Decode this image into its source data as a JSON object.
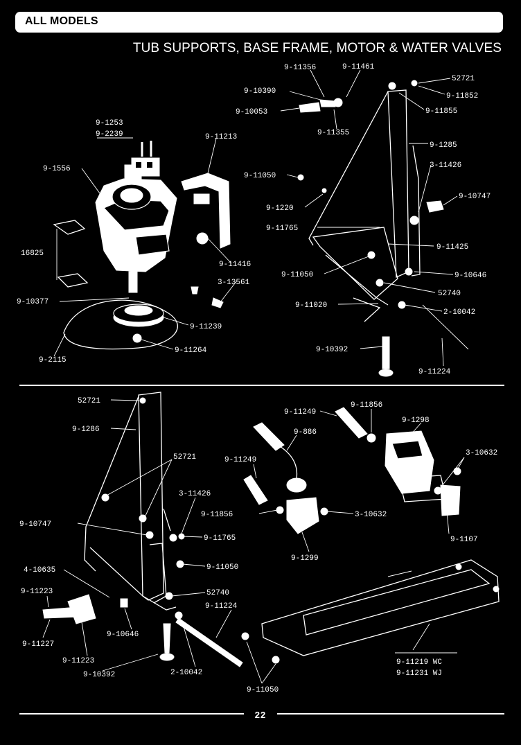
{
  "header": {
    "banner": "ALL MODELS",
    "title": "TUB SUPPORTS, BASE FRAME, MOTOR & WATER VALVES"
  },
  "upper_callouts": {
    "c01": "9-11356",
    "c02": "9-11461",
    "c03": "52721",
    "c04": "9-10390",
    "c05": "9-11852",
    "c06": "9-10053",
    "c07": "9-11855",
    "c08": "9-11355",
    "c09": "9-1253",
    "c10": "9-2239",
    "c11": "9-11213",
    "c12": "9-1285",
    "c13": "9-1556",
    "c14": "9-11050",
    "c15": "3-11426",
    "c16": "9-10747",
    "c17": "9-1220",
    "c18": "9-11765",
    "c19": "16825",
    "c20": "9-11425",
    "c21": "9-11416",
    "c22": "9-11050",
    "c23": "9-10646",
    "c24": "3-13561",
    "c25": "52740",
    "c26": "9-10377",
    "c27": "9-11020",
    "c28": "2-10042",
    "c29": "9-11239",
    "c30": "9-10392",
    "c31": "9-2115",
    "c32": "9-11264",
    "c33": "9-11224"
  },
  "lower_callouts": {
    "d01": "52721",
    "d02": "9-11249",
    "d03": "9-11856",
    "d04": "9-1286",
    "d05": "9-1298",
    "d06": "9-886",
    "d07": "52721",
    "d08": "3-10632",
    "d09": "9-11249",
    "d10": "3-11426",
    "d11": "9-11856",
    "d12": "3-10632",
    "d13": "9-10747",
    "d14": "9-11765",
    "d15": "9-1107",
    "d16": "9-1299",
    "d17": "9-11050",
    "d18": "4-10635",
    "d19": "9-11223",
    "d20": "52740",
    "d21": "9-11224",
    "d22": "9-10646",
    "d23": "9-11227",
    "d24": "9-11223",
    "d25": "9-11219 WC",
    "d26": "9-11231 WJ",
    "d27": "9-10392",
    "d28": "2-10042",
    "d29": "9-11050"
  },
  "footer": {
    "page_number": "22"
  }
}
